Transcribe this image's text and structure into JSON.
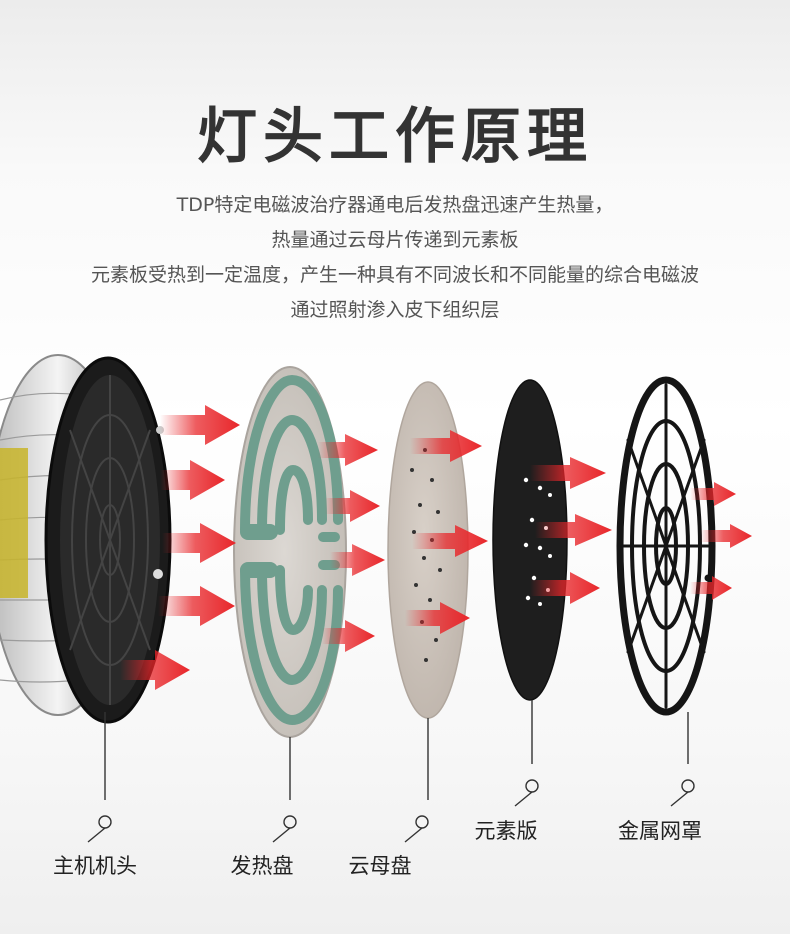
{
  "title": "灯头工作原理",
  "description": [
    "TDP特定电磁波治疗器通电后发热盘迅速产生热量，",
    "热量通过云母片传递到元素板",
    "元素板受热到一定温度，产生一种具有不同波长和不同能量的综合电磁波",
    "通过照射渗入皮下组织层"
  ],
  "components": [
    {
      "label": "主机机头"
    },
    {
      "label": "发热盘"
    },
    {
      "label": "云母盘"
    },
    {
      "label": "元素版"
    },
    {
      "label": "金属网罩"
    }
  ],
  "colors": {
    "arrow": "#e8262a",
    "heating_plate": "#6f9e8e",
    "mica": "#c9c0b8",
    "element_board": "#1e1e1e",
    "grille": "#151515"
  }
}
